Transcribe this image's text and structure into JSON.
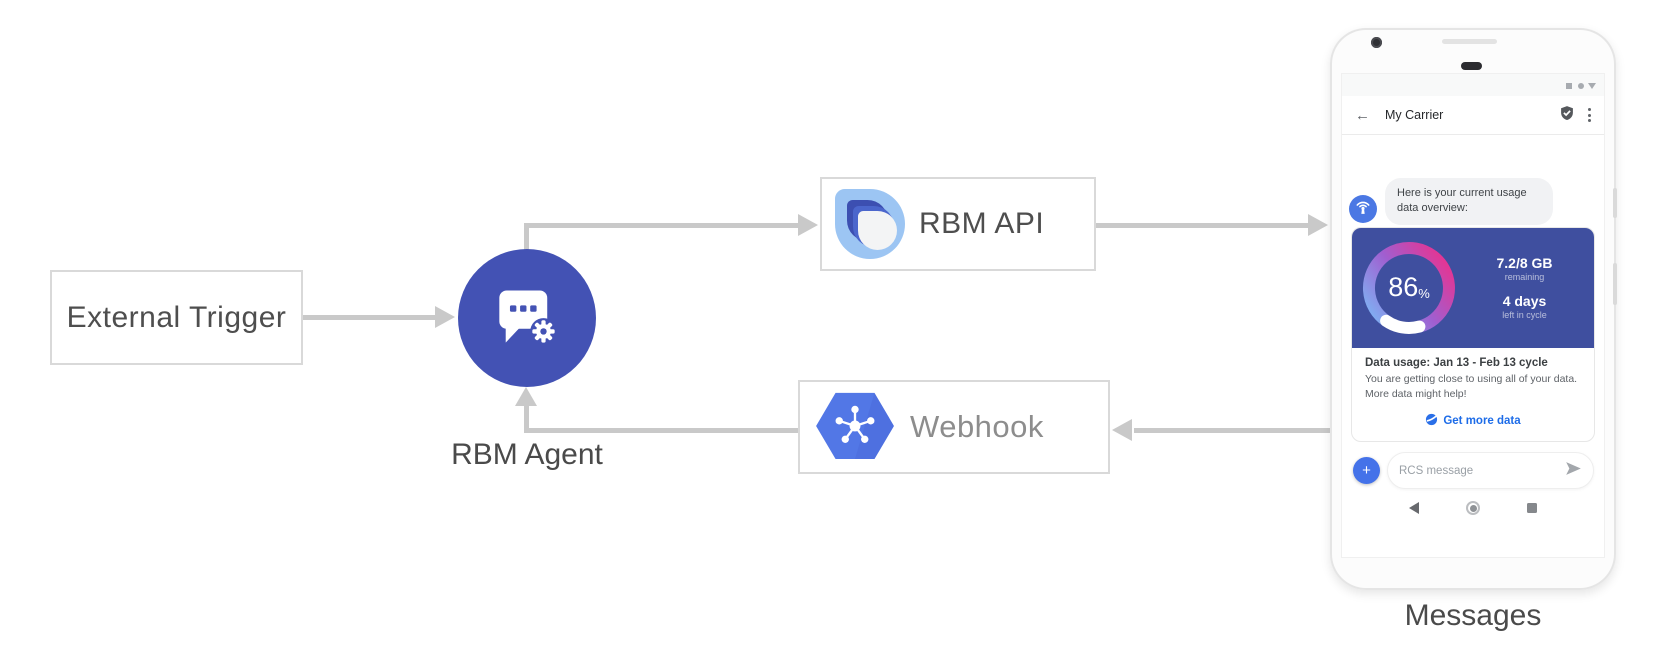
{
  "diagram": {
    "external_trigger": {
      "label": "External Trigger"
    },
    "rbm_agent": {
      "label": "RBM Agent",
      "gear_icon": "gear",
      "chat_icon": "chat-bubble"
    },
    "rbm_api": {
      "label": "RBM API",
      "logo": "rbm-droplet-logo"
    },
    "webhook": {
      "label": "Webhook",
      "logo": "cloud-hexagon-nodes"
    },
    "colors": {
      "arrow": "#c9c9c9",
      "agent_circle": "#4352b4",
      "hexagon": "#5277e6",
      "api_logo_light": "#9cc5f3",
      "api_logo_dark": "#3c4fb1",
      "box_border": "#d9d9d9"
    }
  },
  "phone": {
    "caption": "Messages",
    "status_icons": [
      "square-icon",
      "circle-icon",
      "triangle-icon"
    ],
    "app_bar": {
      "back_glyph": "←",
      "title": "My Carrier",
      "badge_icon": "verified-shield",
      "menu_icon": "overflow-dots"
    },
    "chat": {
      "bubble_text": "Here is your current usage data overview:",
      "avatar_icon": "antenna-broadcast",
      "usage_card": {
        "gauge_percent": 86,
        "percent_text": "86",
        "percent_symbol": "%",
        "remaining_value": "7.2/8 GB",
        "remaining_label": "remaining",
        "days_value": "4 days",
        "days_label": "left in cycle",
        "title": "Data usage: Jan 13 - Feb 13 cycle",
        "body_line1": "You are getting close to using all of your data.",
        "body_line2": "More data might help!",
        "action_label": "Get more data",
        "action_icon": "globe-data",
        "colors": {
          "card_bg": "#3f4f9f",
          "gauge_start": "#7eb3f4",
          "gauge_mid": "#a05fd0",
          "gauge_end": "#e9328f",
          "gauge_remainder": "#ffffff",
          "link": "#1d6ce8"
        }
      }
    },
    "compose": {
      "plus_glyph": "+",
      "placeholder": "RCS message",
      "send_icon": "send-arrow"
    },
    "nav": [
      "back",
      "home",
      "recents"
    ]
  }
}
